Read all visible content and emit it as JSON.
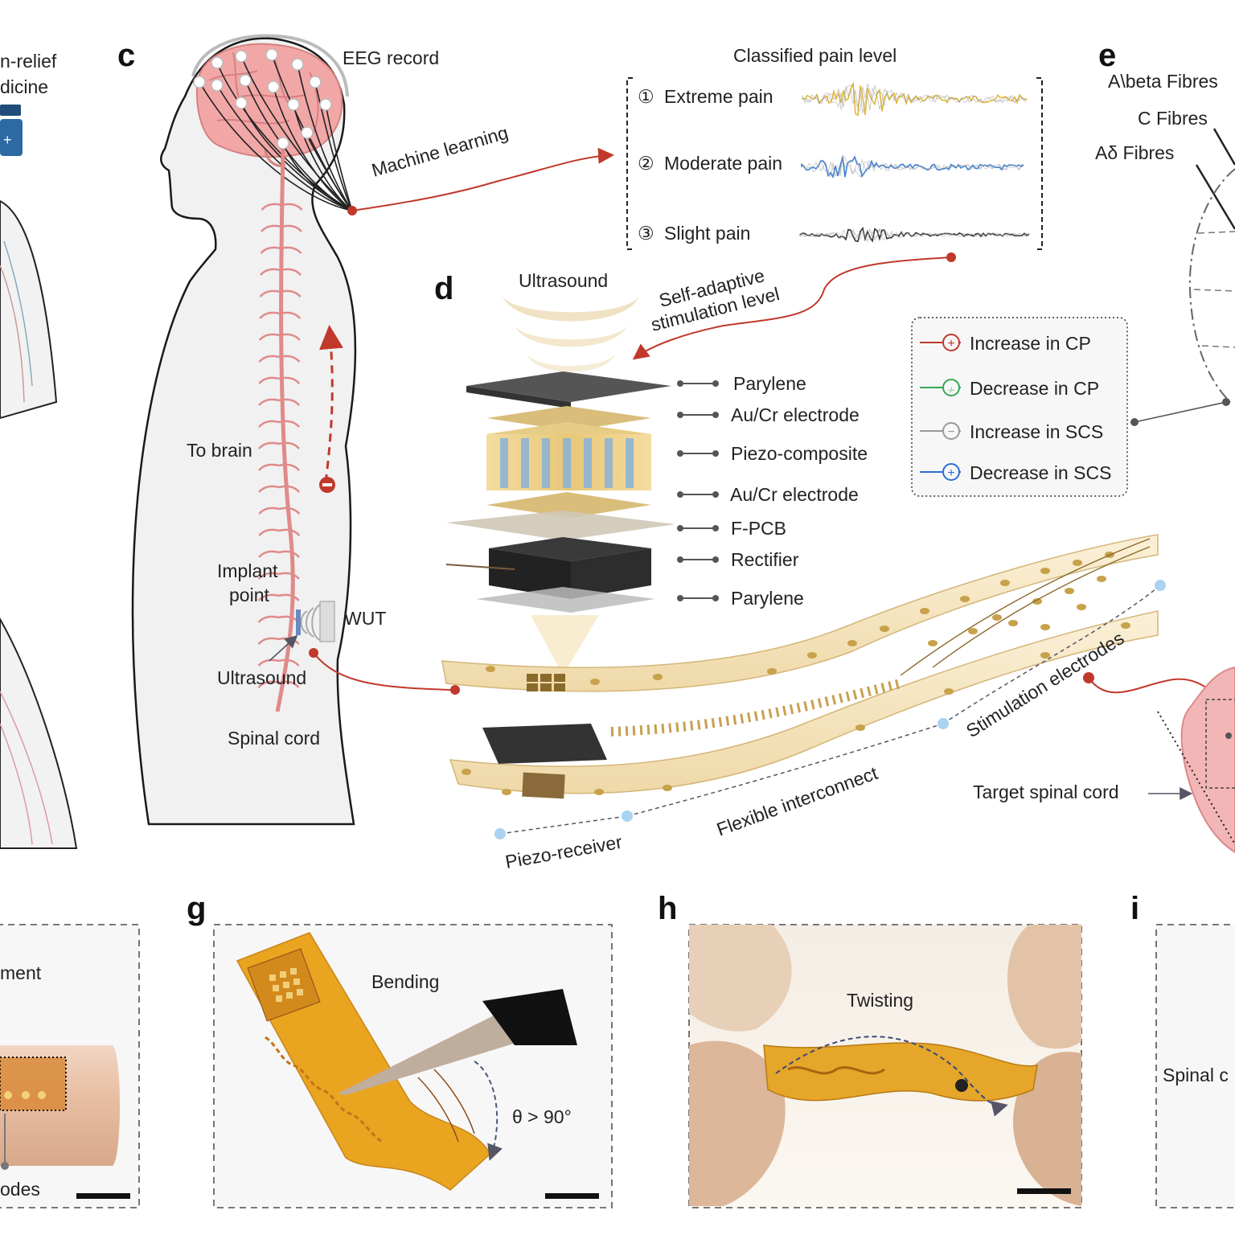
{
  "panel_letters": {
    "c": "c",
    "d": "d",
    "e": "e",
    "g": "g",
    "h": "h",
    "i": "i"
  },
  "panel_b_fragment": {
    "line1": "n-relief",
    "line2": "dicine"
  },
  "panel_c": {
    "eeg_record": "EEG record",
    "machine_learning": "Machine learning",
    "to_brain": "To brain",
    "implant_point_1": "Implant",
    "implant_point_2": "point",
    "wut": "WUT",
    "ultrasound": "Ultrasound",
    "spinal_cord": "Spinal cord"
  },
  "pain_levels": {
    "title": "Classified pain level",
    "items": [
      {
        "num": "①",
        "label": "Extreme pain",
        "color": "#e0b83a"
      },
      {
        "num": "②",
        "label": "Moderate pain",
        "color": "#3b82d6"
      },
      {
        "num": "③",
        "label": "Slight pain",
        "color": "#333333"
      }
    ]
  },
  "panel_d": {
    "ultrasound": "Ultrasound",
    "self_adaptive_1": "Self-adaptive",
    "self_adaptive_2": "stimulation level",
    "layers": [
      "Parylene",
      "Au/Cr electrode",
      "Piezo-composite",
      "Au/Cr electrode",
      "F-PCB",
      "Rectifier",
      "Parylene"
    ],
    "stimulation_electrodes": "Stimulation electrodes",
    "flexible_interconnect": "Flexible interconnect",
    "piezo_receiver": "Piezo-receiver",
    "target_spinal_cord": "Target spinal cord"
  },
  "legend": {
    "items": [
      {
        "label": "Increase in CP",
        "color": "#c0392b",
        "symbol": "+"
      },
      {
        "label": "Decrease in CP",
        "color": "#3aa655",
        "symbol": "-/-"
      },
      {
        "label": "Increase in SCS",
        "color": "#999999",
        "symbol": "−"
      },
      {
        "label": "Decrease in SCS",
        "color": "#2f6fd6",
        "symbol": "+"
      }
    ]
  },
  "panel_e": {
    "a_beta": "A\\beta Fibres",
    "c_fibres": "C Fibres",
    "a_delta": "Aδ Fibres"
  },
  "panel_f_fragment": {
    "top": "ment",
    "bottom": "odes"
  },
  "panel_g": {
    "bending": "Bending",
    "angle": "θ > 90°"
  },
  "panel_h": {
    "twisting": "Twisting"
  },
  "panel_i_fragment": {
    "spinal": "Spinal c"
  },
  "colors": {
    "red": "#c0392b",
    "cord": "#e08a8a",
    "brain": "#f0a8a8",
    "gold": "#e0a020",
    "blue_dot": "#aad4f0"
  }
}
